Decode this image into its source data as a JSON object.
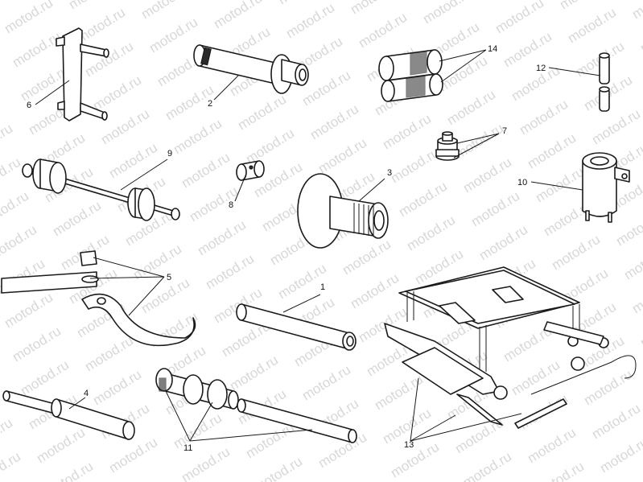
{
  "watermark": {
    "text": "motod.ru",
    "color": "#d8d8d8"
  },
  "colors": {
    "ink": "#1a1a1a",
    "paper": "#ffffff"
  },
  "callouts": [
    {
      "id": "c1",
      "text": "1"
    },
    {
      "id": "c2",
      "text": "2"
    },
    {
      "id": "c3",
      "text": "3"
    },
    {
      "id": "c4",
      "text": "4"
    },
    {
      "id": "c5",
      "text": "5"
    },
    {
      "id": "c6",
      "text": "6"
    },
    {
      "id": "c7",
      "text": "7"
    },
    {
      "id": "c8",
      "text": "8"
    },
    {
      "id": "c9",
      "text": "9"
    },
    {
      "id": "c10",
      "text": "10"
    },
    {
      "id": "c11",
      "text": "11"
    },
    {
      "id": "c12",
      "text": "12"
    },
    {
      "id": "c13",
      "text": "13"
    },
    {
      "id": "c14",
      "text": "14"
    }
  ]
}
